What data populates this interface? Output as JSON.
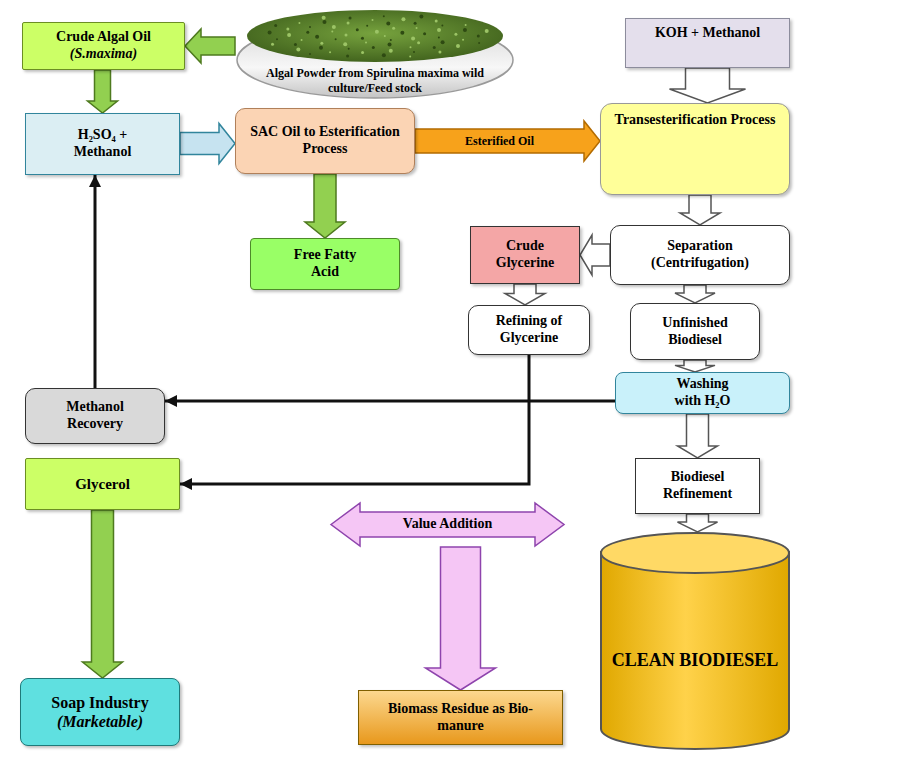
{
  "diagram": {
    "nodes": [
      {
        "text": [
          "Crude Algal Oil",
          "(S.maxima)"
        ]
      },
      {
        "text": [
          "Algal Powder from Spirulina maxima wild culture/Feed stock"
        ]
      },
      {
        "text": [
          "KOH + Methanol"
        ]
      },
      {
        "text": [
          "H₂SO₄ + Methanol"
        ]
      },
      {
        "text": [
          "SAC Oil to Esterification Process"
        ]
      },
      {
        "text": [
          "Transesterification Process"
        ]
      },
      {
        "text": [
          "Free Fatty Acid"
        ]
      },
      {
        "text": [
          "Crude Glycerine"
        ]
      },
      {
        "text": [
          "Separation (Centrifugation)"
        ]
      },
      {
        "text": [
          "Refining of Glycerine"
        ]
      },
      {
        "text": [
          "Unfinished Biodiesel"
        ]
      },
      {
        "text": [
          "Methanol Recovery"
        ]
      },
      {
        "text": [
          "Washing with H₂O"
        ]
      },
      {
        "text": [
          "Glycerol"
        ]
      },
      {
        "text": [
          "Value Addition"
        ]
      },
      {
        "text": [
          "Biodiesel Refinement"
        ]
      },
      {
        "text": [
          "Soap Industry",
          "(Marketable)"
        ]
      },
      {
        "text": [
          "Biomass Residue as Bio-manure"
        ]
      },
      {
        "text": [
          "CLEAN BIODIESEL"
        ]
      }
    ],
    "edges": [
      {
        "from": 1,
        "to": 0,
        "arrow": "to"
      },
      {
        "from": 0,
        "to": 3,
        "arrow": "to"
      },
      {
        "from": 2,
        "to": 5,
        "arrow": "to"
      },
      {
        "from": 3,
        "to": 4,
        "arrow": "to"
      },
      {
        "from": 4,
        "to": 6,
        "arrow": "to"
      },
      {
        "from": 4,
        "to": 5,
        "label": "Esterified Oil",
        "arrow": "to"
      },
      {
        "from": 5,
        "to": 8,
        "arrow": "to"
      },
      {
        "from": 8,
        "to": 7,
        "arrow": "to"
      },
      {
        "from": 8,
        "to": 10,
        "arrow": "to"
      },
      {
        "from": 7,
        "to": 9,
        "arrow": "to"
      },
      {
        "from": 10,
        "to": 12,
        "arrow": "to"
      },
      {
        "from": 12,
        "to": 11,
        "arrow": "to"
      },
      {
        "from": 11,
        "to": 3,
        "arrow": "to"
      },
      {
        "from": 9,
        "to": 13,
        "arrow": "to"
      },
      {
        "from": 12,
        "to": 15,
        "arrow": "to"
      },
      {
        "from": 15,
        "to": 18,
        "arrow": "to"
      },
      {
        "from": 13,
        "to": 16,
        "arrow": "to"
      },
      {
        "from": 14,
        "to": 17,
        "arrow": "to"
      }
    ]
  }
}
